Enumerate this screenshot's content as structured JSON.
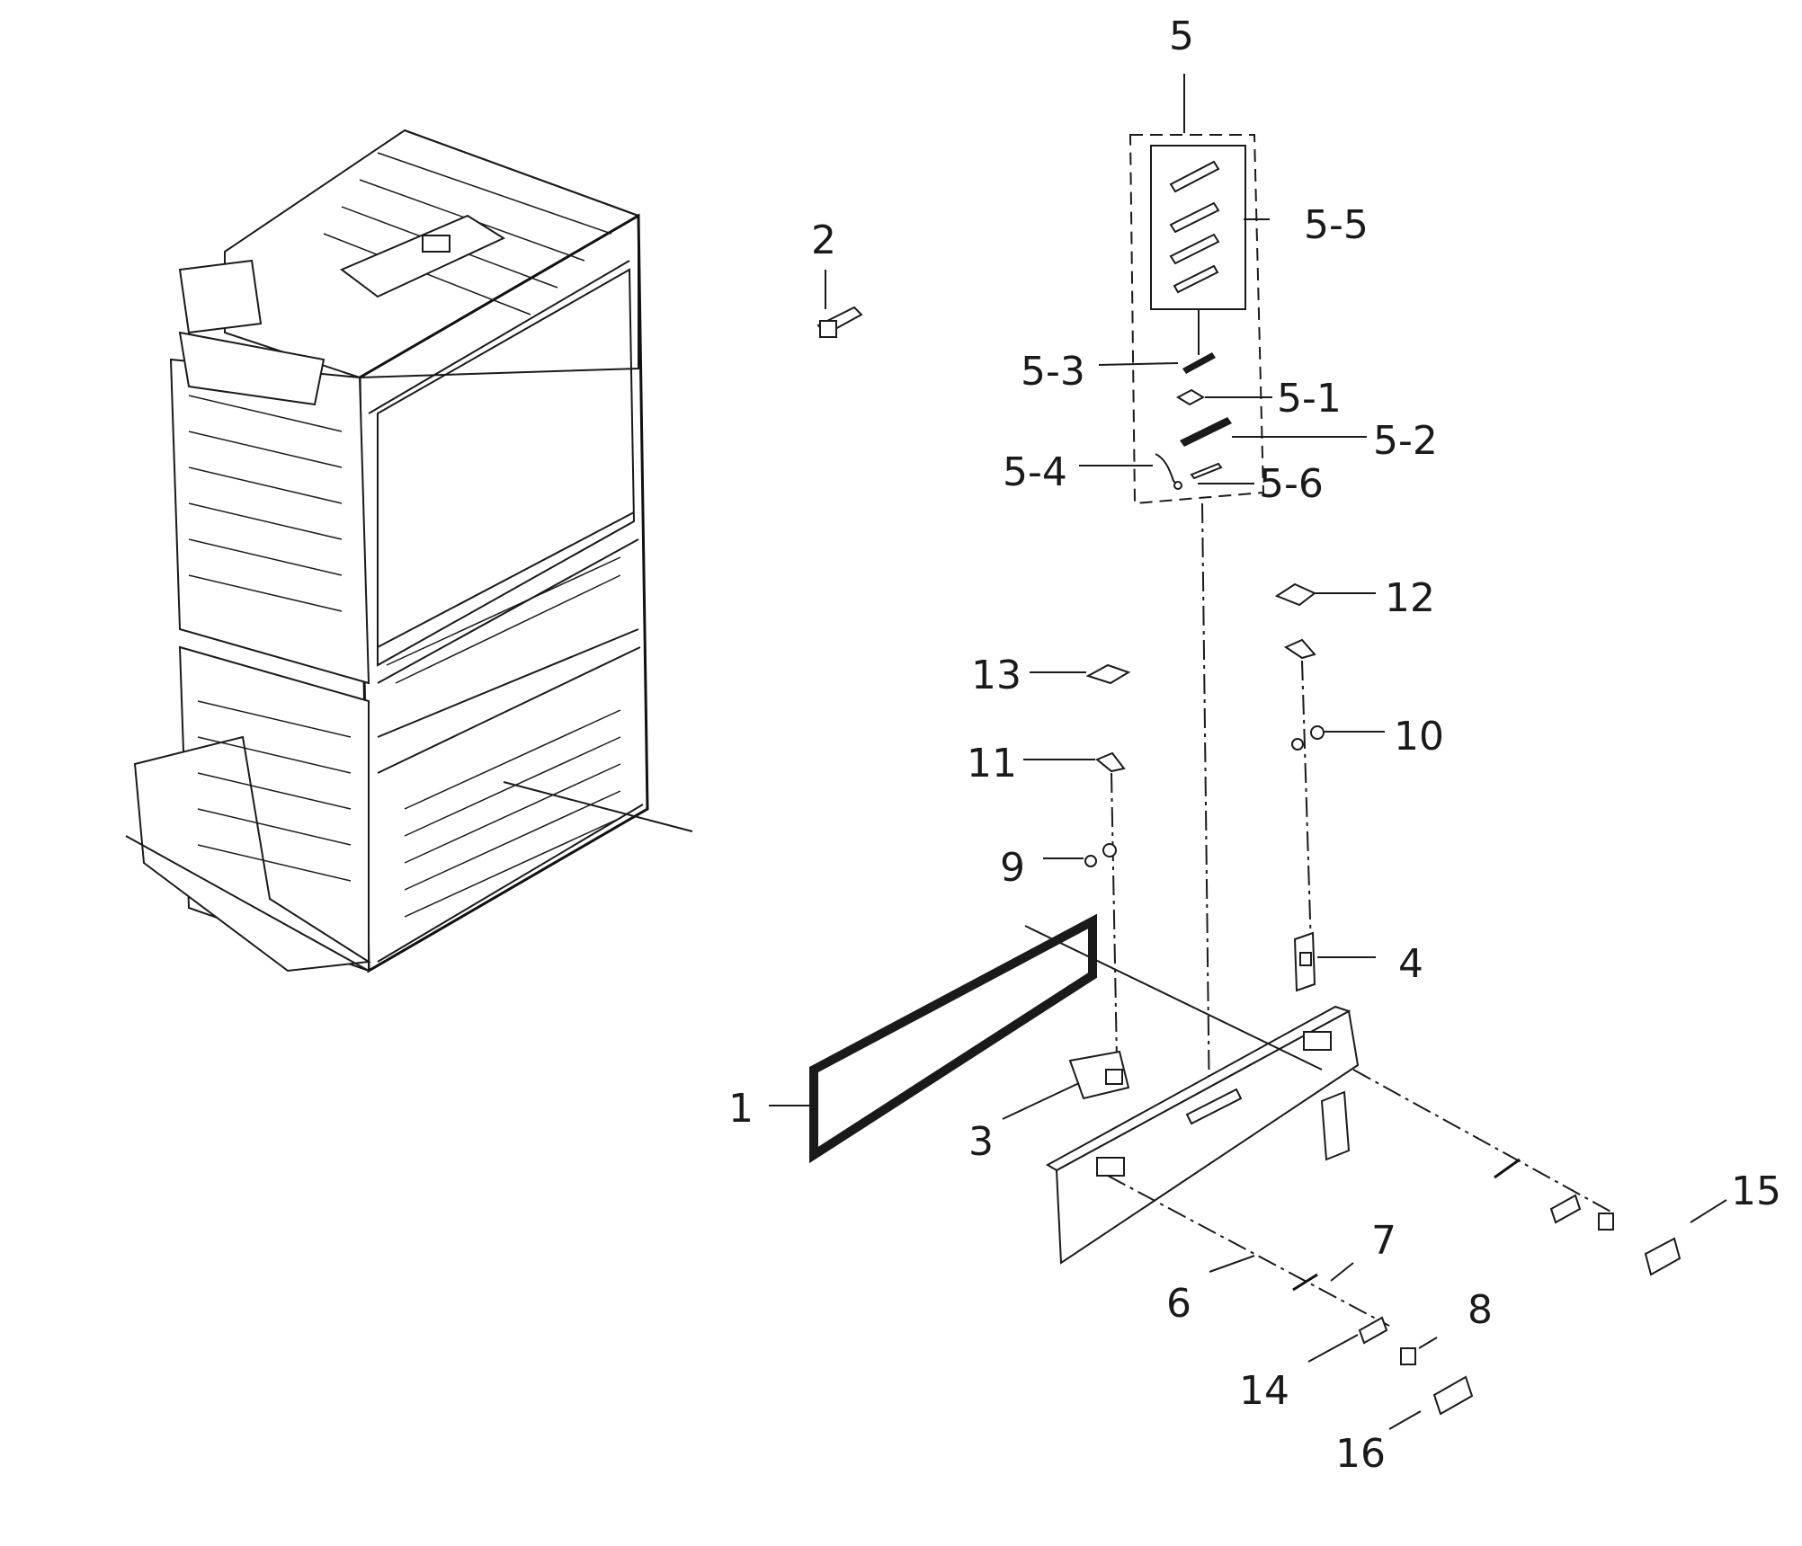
{
  "labels": {
    "p1": "1",
    "p2": "2",
    "p3": "3",
    "p4": "4",
    "p5": "5",
    "p5_1": "5-1",
    "p5_2": "5-2",
    "p5_3": "5-3",
    "p5_4": "5-4",
    "p5_5": "5-5",
    "p5_6": "5-6",
    "p6": "6",
    "p7": "7",
    "p8": "8",
    "p9": "9",
    "p10": "10",
    "p11": "11",
    "p12": "12",
    "p13": "13",
    "p14": "14",
    "p15": "15",
    "p16": "16"
  }
}
